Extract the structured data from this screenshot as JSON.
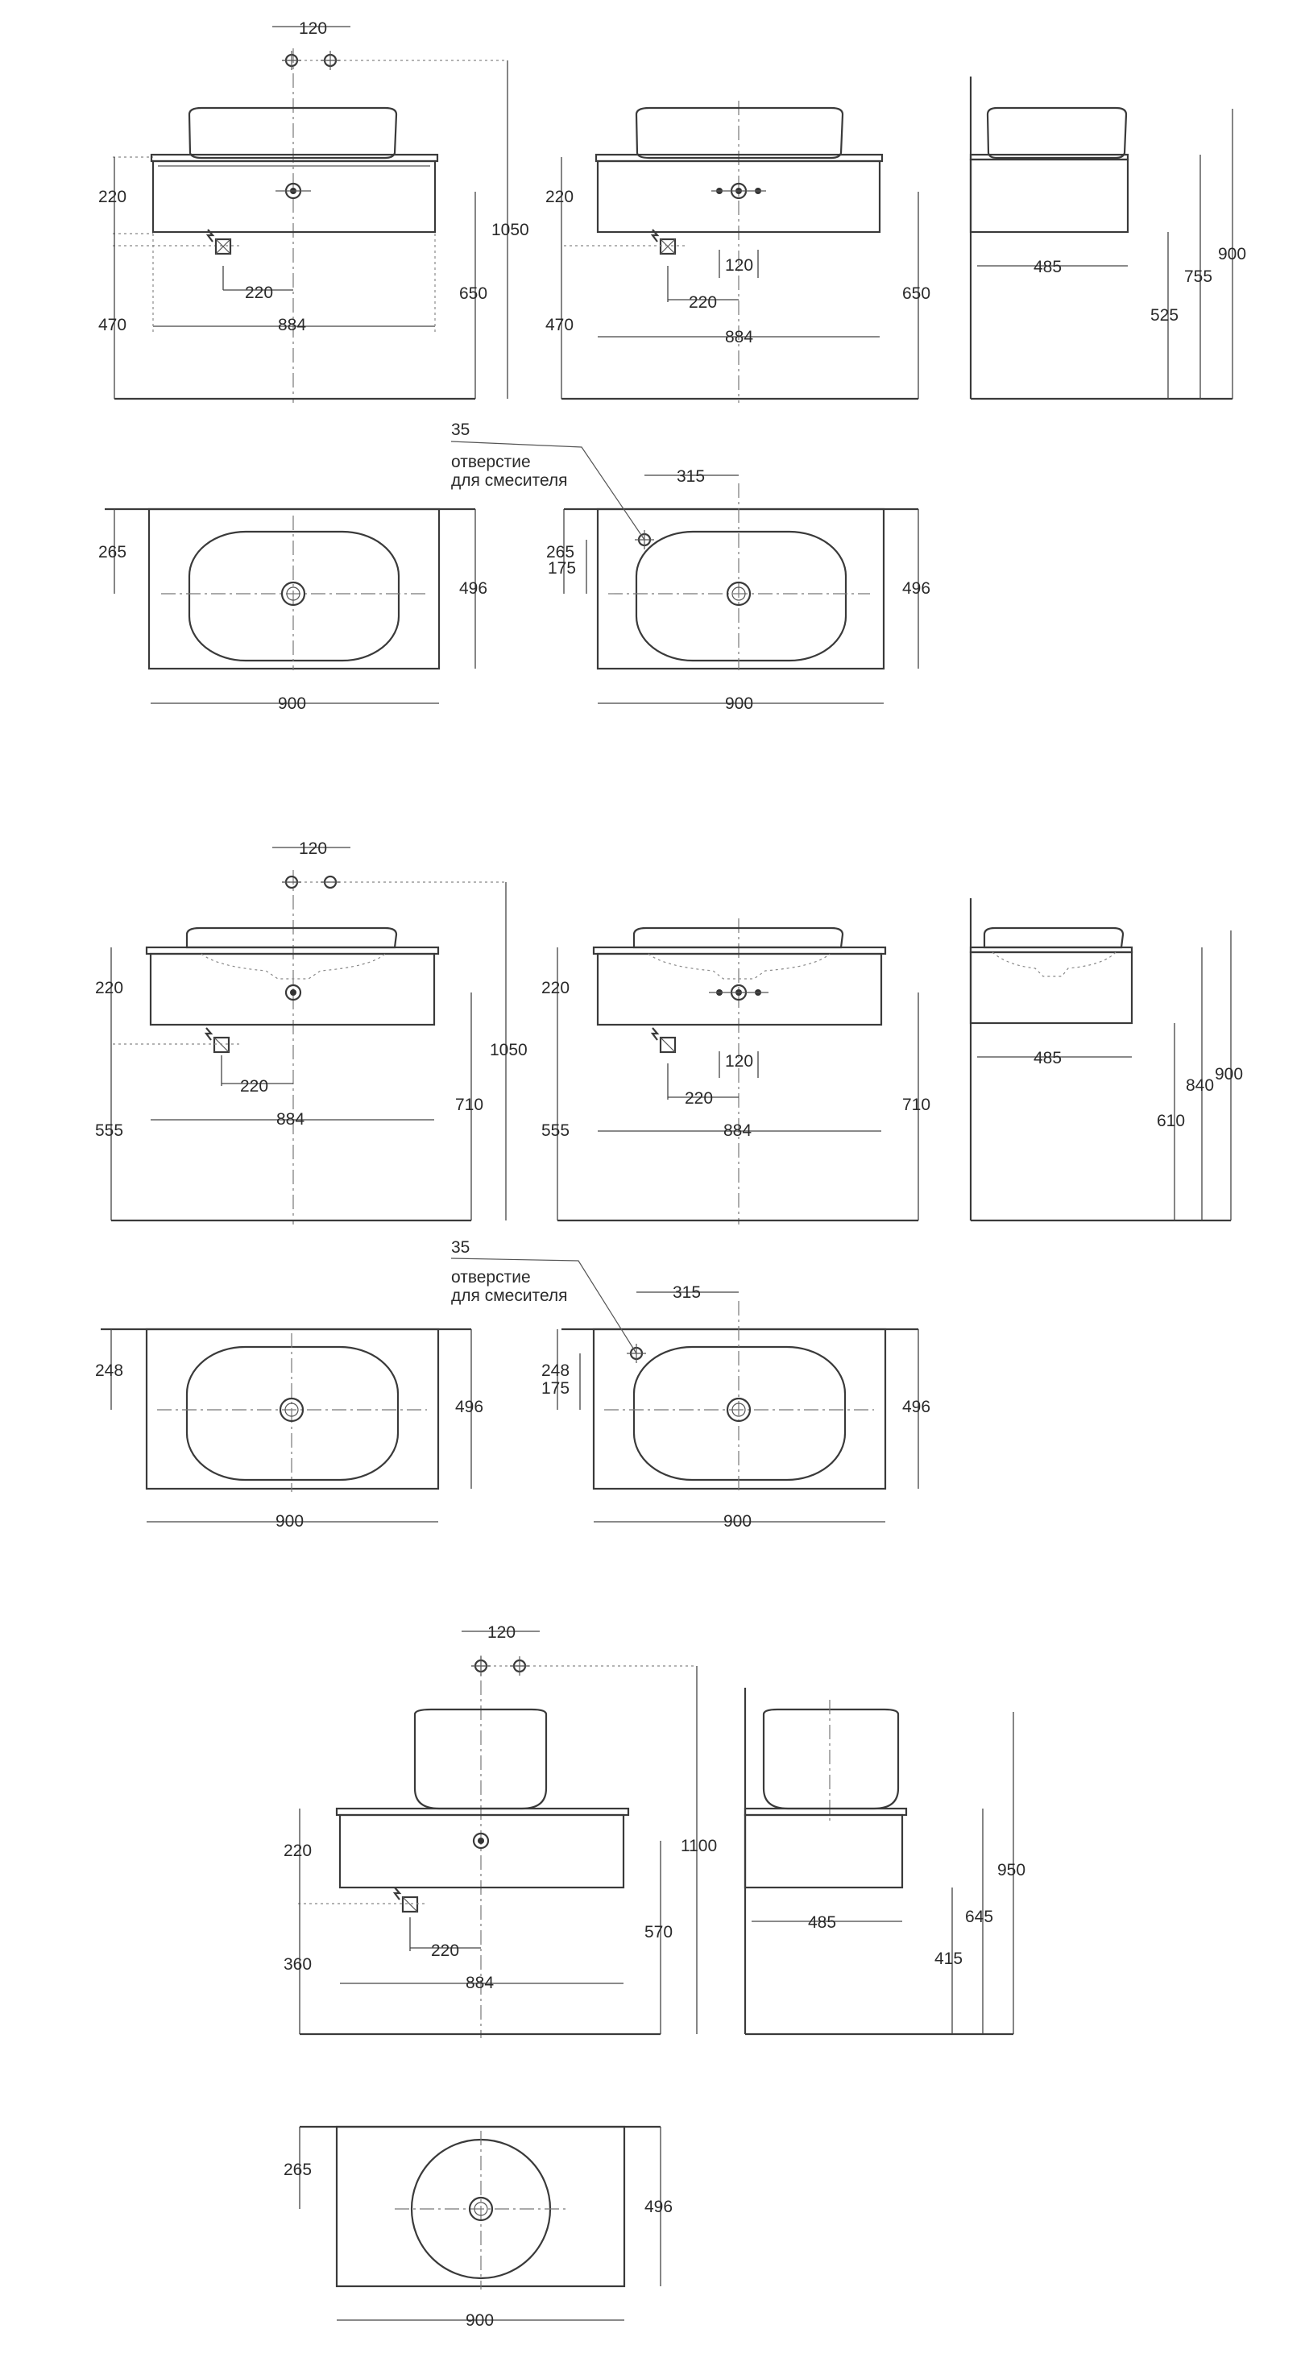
{
  "colors": {
    "line": "#3a3a3a",
    "dim": "#444444",
    "background": "#ffffff"
  },
  "labels": {
    "d120": "120",
    "d220": "220",
    "d884": "884",
    "d900": "900",
    "d485": "485",
    "d496": "496",
    "d265": "265",
    "d248": "248",
    "d175": "175",
    "d315": "315",
    "d35": "35",
    "d470": "470",
    "d650": "650",
    "d1050": "1050",
    "d755": "755",
    "d525": "525",
    "d555": "555",
    "d710": "710",
    "d840": "840",
    "d610": "610",
    "d360": "360",
    "d570": "570",
    "d1100": "1100",
    "d950": "950",
    "d645": "645",
    "d415": "415",
    "hole_note_1": "отверстие",
    "hole_note_2": "для смесителя"
  },
  "icons": {
    "faucet_hole": "faucet-hole-icon",
    "socket": "electric-socket-icon",
    "drain": "drain-icon"
  }
}
